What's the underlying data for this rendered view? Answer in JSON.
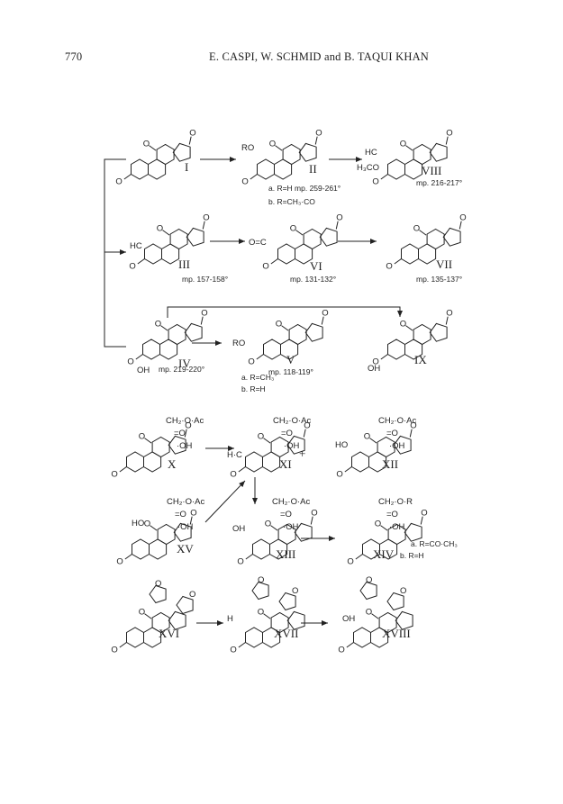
{
  "header": {
    "page_number": "770",
    "authors": "E. CASPI, W. SCHMID and B. TAQUI KHAN"
  },
  "compounds": {
    "I": {
      "label": "I"
    },
    "II": {
      "label": "II",
      "note_a": "a. R=H  mp. 259-261°",
      "note_b": "b. R=CH₃·CO",
      "group": "RO"
    },
    "VIII": {
      "label": "VIII",
      "mp": "mp. 216-217°",
      "groups": [
        "HC",
        "H₃CO"
      ]
    },
    "III": {
      "label": "III",
      "mp": "mp. 157-158°",
      "group": "HC"
    },
    "VI": {
      "label": "VI",
      "mp": "mp. 131-132°",
      "group": "O=C"
    },
    "VII": {
      "label": "VII",
      "mp": "mp. 135-137°"
    },
    "IV": {
      "label": "IV",
      "mp": "mp. 219-220°",
      "group": "OH"
    },
    "V": {
      "label": "V",
      "mp": "mp. 118-119°",
      "note_a": "a. R=CH₃",
      "note_b": "b. R=H",
      "group": "RO"
    },
    "IX": {
      "label": "IX",
      "group": "OH"
    },
    "X": {
      "label": "X",
      "side_chain": "CH₂·O·Ac",
      "oh": "·OH"
    },
    "XI": {
      "label": "XI",
      "side_chain": "CH₂·O·Ac",
      "oh": "·OH",
      "group": "H·C"
    },
    "XII": {
      "label": "XII",
      "side_chain": "CH₂·O·Ac",
      "oh": "·OH",
      "group": "HO"
    },
    "XV": {
      "label": "XV",
      "side_chain": "CH₂·O·Ac",
      "oh": "·OH",
      "group": "HO"
    },
    "XIII": {
      "label": "XIII",
      "side_chain": "CH₂·O·Ac",
      "oh": "·OH",
      "group": "OH"
    },
    "XIV": {
      "label": "XIV",
      "side_chain": "CH₂·O·R",
      "oh": "·OH",
      "note_a": "a. R=CO·CH₃",
      "note_b": "b. R=H"
    },
    "XVI": {
      "label": "XVI"
    },
    "XVII": {
      "label": "XVII",
      "group": "H"
    },
    "XVIII": {
      "label": "XVIII",
      "group": "OH"
    }
  },
  "plus_sign": "+",
  "atom_o": "O",
  "atom_c": "C",
  "colors": {
    "ink": "#222222",
    "background": "#ffffff"
  }
}
